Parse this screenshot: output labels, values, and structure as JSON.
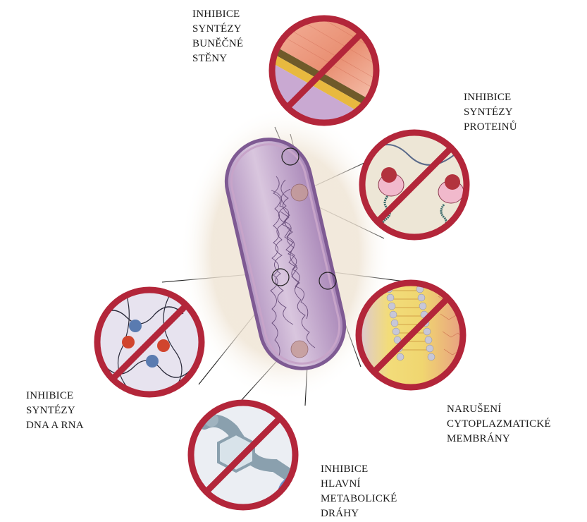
{
  "labels": {
    "cell_wall": [
      "INHIBICE",
      "SYNTÉZY",
      "BUNĚČNÉ",
      "STĚNY"
    ],
    "protein": [
      "INHIBICE",
      "SYNTÉZY",
      "PROTEINŮ"
    ],
    "dna_rna": [
      "INHIBICE",
      "SYNTÉZY",
      "DNA A RNA"
    ],
    "membrane": [
      "NARUŠENÍ",
      "CYTOPLAZMATICKÉ",
      "MEMBRÁNY"
    ],
    "metabolic": [
      "INHIBICE",
      "HLAVNÍ",
      "METABOLICKÉ",
      "DRÁHY"
    ]
  },
  "colors": {
    "prohibition_ring": "#b3263a",
    "bacterium_body": "#c9b0d0",
    "bacterium_wall": "#8e6aa0",
    "nucleoid": "#5a3f6e"
  }
}
